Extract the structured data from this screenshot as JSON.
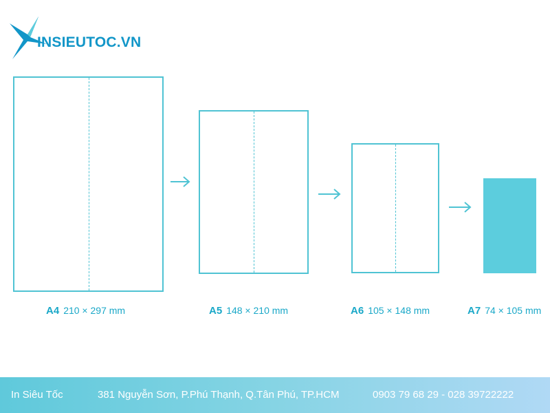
{
  "brand": {
    "name": "INSIEUTOC.VN"
  },
  "sheets": [
    {
      "name": "A4",
      "dims": "210 × 297 mm",
      "folded": true
    },
    {
      "name": "A5",
      "dims": "148 × 210 mm",
      "folded": true
    },
    {
      "name": "A6",
      "dims": "105 × 148 mm",
      "folded": true
    },
    {
      "name": "A7",
      "dims": "74 × 105 mm",
      "folded": false
    }
  ],
  "colors": {
    "accent": "#4fc3d3",
    "brand": "#1296c8",
    "fill": "#5ccddd"
  },
  "footer": {
    "company": "In Siêu Tốc",
    "address": "381 Nguyễn Sơn, P.Phú Thạnh, Q.Tân Phú, TP.HCM",
    "phones": "0903 79 68 29 - 028 39722222"
  }
}
